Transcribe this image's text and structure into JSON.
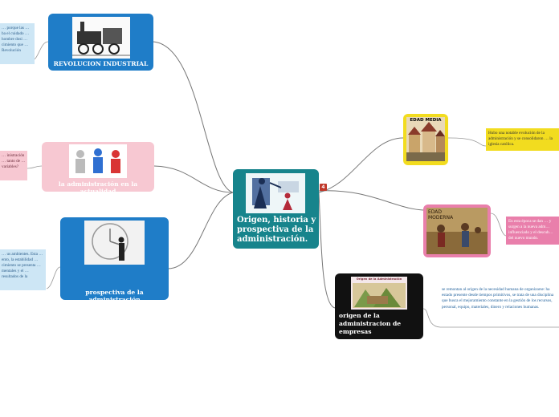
{
  "central": {
    "title": "Origen, historia y prospectiva de la administración.",
    "badge": "4"
  },
  "nodes": {
    "revolucion": {
      "label": "REVOLUCION INDUSTRIAL"
    },
    "actualidad": {
      "label": "la administración en la actualidad"
    },
    "prospectiva": {
      "label": "prospectiva de la administración"
    },
    "edad_media": {
      "label": "EDAD MEDIA"
    },
    "edad_moderna": {
      "label": "EDAD MODERNA"
    },
    "origen": {
      "label": "origen de la administracion de empresas",
      "image_caption": "Origen de la Administración"
    }
  },
  "notes": {
    "revolucion": "… porque las … ba el cuidado … hombre dosi … cimiento que … Revolución",
    "actualidad": "… inistración … tanto de … variables?",
    "prospectiva": "… us ambientes. Esta … ento, la estabilidad … cimiento se presenta … mentales y el … resultados de la",
    "edad_media": "Hubo una notable evolución de la administración y se consolidaron … la iglesia católica.",
    "edad_moderna": "En esta época se dan … y surgen a la nueva adm… influenciado y el descub… del nuevo mundo.",
    "origen": "se remontan al origen de la necesidad humana de organizarse: ha estado presente desde tiempos primitivos, se trata de una disciplina que busca el mejoramiento constante en la gestión de los recursos, personal, equipo, materiales, dinero y relaciones humanas."
  },
  "colors": {
    "central": "#17848c",
    "blue": "#1f7dc8",
    "pink": "#f7c8d2",
    "yellow": "#f2dc1f",
    "black": "#111111",
    "note_blue": "#cde6f5",
    "note_pink": "#f7c8d2",
    "note_yellow": "#f2dc1f",
    "note_magenta": "#e97fab"
  }
}
